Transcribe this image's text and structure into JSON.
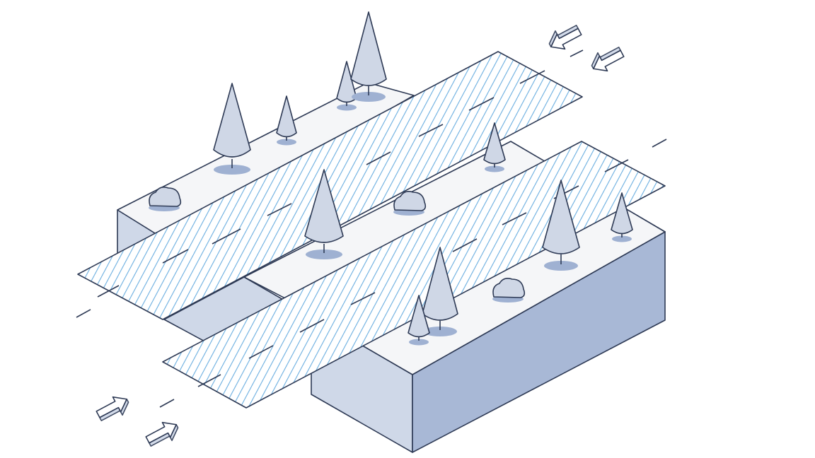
{
  "title": "",
  "colors": {
    "outline": "#2e3a55",
    "top_surface": "#f5f6f8",
    "front_face": "#cfd8e8",
    "side_face": "#a8b8d6",
    "road_stripe": "#6aaee0",
    "road_base": "#ffffff",
    "tree": "#cfd7e6",
    "tree_shadow": "#9fb1d2",
    "arrow_fill": "#ffffff"
  },
  "icons": {
    "tree": "conifer-tree-icon",
    "bush": "bush-icon",
    "arrow": "direction-arrow-icon"
  },
  "roads": [
    {
      "name": "upper-road",
      "direction": "right-to-left"
    },
    {
      "name": "lower-road",
      "direction": "left-to-right"
    }
  ]
}
